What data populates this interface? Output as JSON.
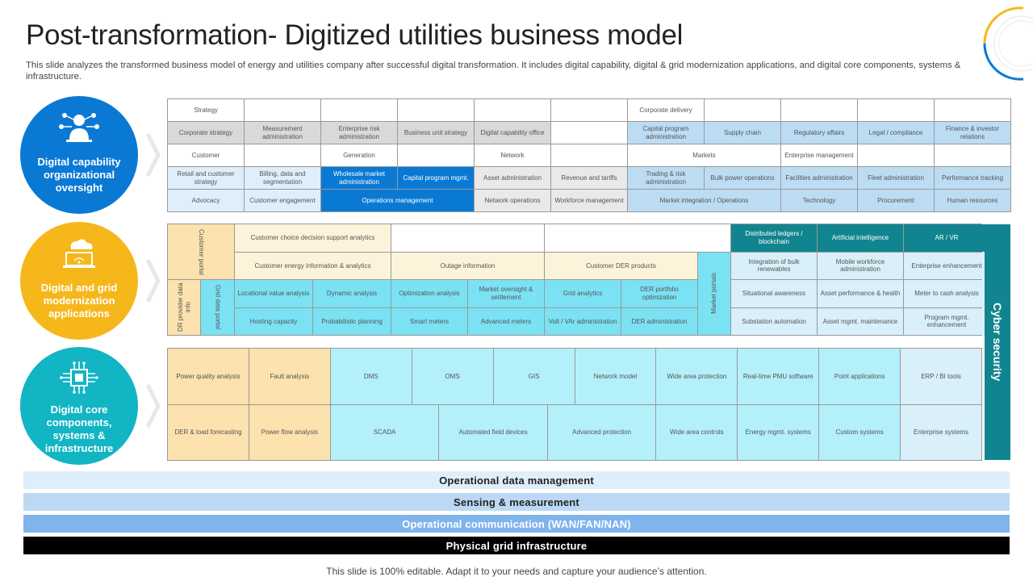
{
  "header": {
    "title": "Post-transformation- Digitized utilities business model",
    "description": "This slide analyzes the transformed business model of energy and utilities company after successful digital transformation. It includes digital capability, digital & grid modernization applications, and digital core components, systems & infrastructure."
  },
  "colors": {
    "blue": "#0a79d4",
    "yellow": "#f6b71b",
    "teal": "#11b5c4",
    "dark_teal": "#11858f",
    "black": "#000000"
  },
  "circles": [
    {
      "label": "Digital capability organizational oversight",
      "icon": "user-network-icon"
    },
    {
      "label": "Digital and grid modernization applications",
      "icon": "cloud-laptop-icon"
    },
    {
      "label": "Digital core components, systems & infrastructure",
      "icon": "chip-circuit-icon"
    }
  ],
  "capability": {
    "strategy": "Strategy",
    "corporate_delivery": "Corporate delivery",
    "corporate_strategy": "Corporate strategy",
    "measurement_admin": "Measurement administration",
    "enterprise_risk_admin": "Enterprise risk administration",
    "business_unit_strategy": "Business unit strategy",
    "digital_capability_office": "Digital capability office",
    "capital_program_admin": "Capital program administration",
    "supply_chain": "Supply chain",
    "regulatory_affairs": "Regulatory affairs",
    "legal_compliance": "Legal / compliance",
    "finance_investor": "Finance & investor relations",
    "customer": "Customer",
    "generation": "Generation",
    "network": "Network",
    "markets": "Markets",
    "enterprise_management": "Enterprise management",
    "retail_customer_strategy": "Retail and customer strategy",
    "billing_data_segmentation": "Billing, data and segmentation",
    "wholesale_market_admin": "Wholesale market administration",
    "capital_program_mgmt": "Capital program mgmt.",
    "asset_administration": "Asset administration",
    "revenue_tariffs": "Revenue and tariffs",
    "trading_risk_admin": "Trading & risk administration",
    "bulk_power_operations": "Bulk power operations",
    "facilities_admin": "Facilities administration",
    "fleet_admin": "Fleet administration",
    "performance_tracking": "Performance tracking",
    "advocacy": "Advocacy",
    "customer_engagement": "Customer engagement",
    "operations_management": "Operations management",
    "network_operations": "Network operations",
    "workforce_management": "Workforce management",
    "market_integration": "Market integration / Operations",
    "technology": "Technology",
    "procurement": "Procurement",
    "human_resources": "Human resources"
  },
  "applications": {
    "customer_portal": "Customer portal",
    "choice_decision": "Customer choice decision support analytics",
    "distributed_ledgers": "Distributed ledgers / blockchain",
    "artificial_intelligence": "Artificial intelligence",
    "ar_vr": "AR / VR",
    "energy_info": "Customer energy information & analytics",
    "outage_info": "Outage information",
    "der_products": "Customer DER products",
    "market_portals": "Market portals",
    "bulk_renewables": "Integration of bulk renewables",
    "mobile_workforce": "Mobile workforce administration",
    "enterprise_enhancement": "Enterprise enhancement",
    "dr_provider": "DR provider data info",
    "grid_data_portal": "Grid data portal",
    "locational_value": "Locational value analysis",
    "dynamic_analysis": "Dynamic analysis",
    "optimization_analysis": "Optimization analysis",
    "market_oversight": "Market oversight & settlement",
    "grid_analytics": "Grid analytics",
    "der_portfolio": "DER portfolio optimization",
    "situational_awareness": "Situational awareness",
    "asset_performance": "Asset performance & health",
    "meter_to_cash": "Meter to cash analysis",
    "hosting_capacity": "Hosting capacity",
    "probabilistic_planning": "Probabilistic planning",
    "smart_meters": "Smart meters",
    "advanced_meters": "Advanced meters",
    "volt_var": "Volt / VAr administration",
    "der_admin": "DER administration",
    "substation_automation": "Substation automation",
    "asset_maintenance": "Asset mgmt. maintenance",
    "program_enhancement": "Program mgmt. enhancement"
  },
  "core": {
    "row1": [
      "Power quality analysis",
      "Fault analysis",
      "DMS",
      "OMS",
      "GIS",
      "Network model",
      "Wide area protection",
      "Real-time PMU software",
      "Point applications",
      "ERP / BI tools"
    ],
    "row2": [
      "DER & load forecasting",
      "Power flow analysis",
      "SCADA",
      "Automated field devices",
      "Advanced protection",
      "Wide area controls",
      "Energy mgmt. systems",
      "Custom systems",
      "Enterprise systems"
    ]
  },
  "cyber_security": "Cyber security",
  "bands": [
    "Operational data management",
    "Sensing & measurement",
    "Operational communication (WAN/FAN/NAN)",
    "Physical grid infrastructure"
  ],
  "footer": "This slide is 100% editable. Adapt it to your needs and capture your audience’s attention."
}
